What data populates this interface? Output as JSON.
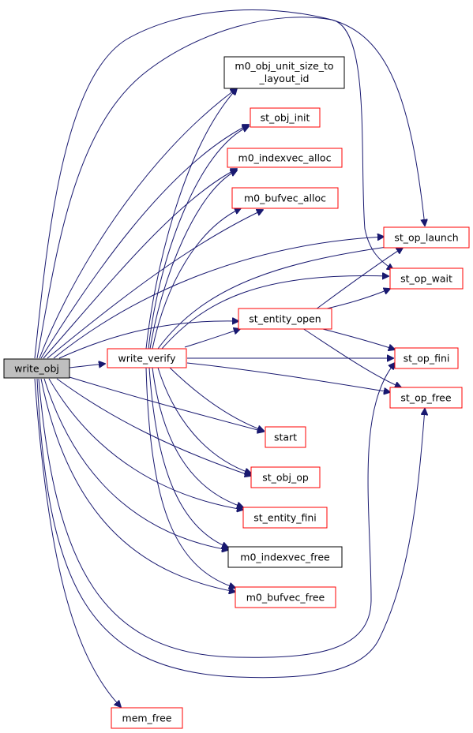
{
  "graph": {
    "colors": {
      "edge": "#191970",
      "border_default": "#ff0000",
      "border_black": "#000000",
      "root_fill": "#bfbfbf"
    },
    "nodes": {
      "write_obj": "write_obj",
      "write_verify": "write_verify",
      "m0_obj_unit_size_to_layout_id_line1": "m0_obj_unit_size_to",
      "m0_obj_unit_size_to_layout_id_line2": "_layout_id",
      "st_obj_init": "st_obj_init",
      "m0_indexvec_alloc": "m0_indexvec_alloc",
      "m0_bufvec_alloc": "m0_bufvec_alloc",
      "st_op_launch": "st_op_launch",
      "st_op_wait": "st_op_wait",
      "st_entity_open": "st_entity_open",
      "st_op_fini": "st_op_fini",
      "st_op_free": "st_op_free",
      "start": "start",
      "st_obj_op": "st_obj_op",
      "st_entity_fini": "st_entity_fini",
      "m0_indexvec_free": "m0_indexvec_free",
      "m0_bufvec_free": "m0_bufvec_free",
      "mem_free": "mem_free"
    }
  }
}
